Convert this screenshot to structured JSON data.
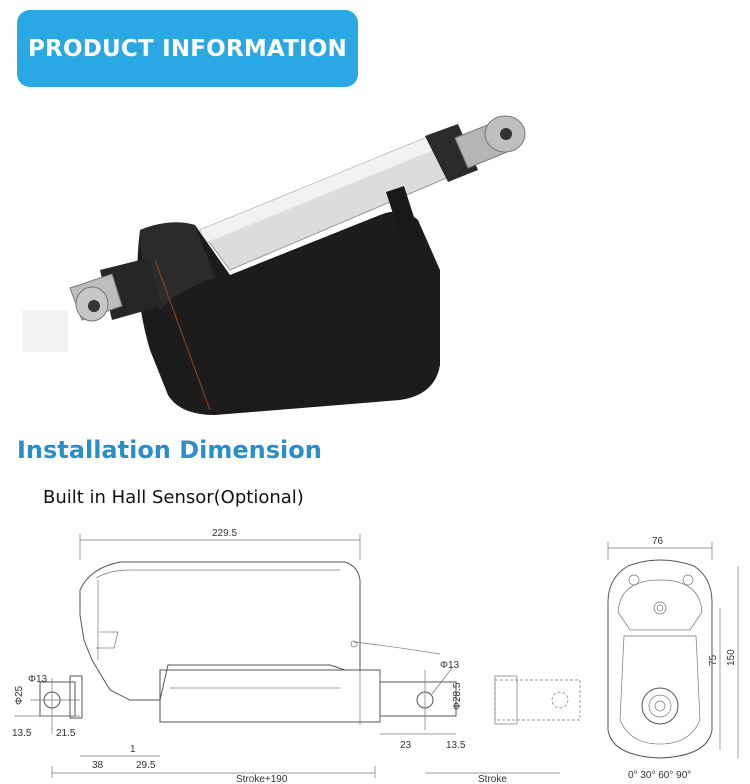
{
  "banner": {
    "title": "PRODUCT INFORMATION"
  },
  "section": {
    "heading": "Installation Dimension",
    "subheading": "Built in Hall Sensor(Optional)"
  },
  "drawing": {
    "side_view": {
      "overall_length": "229.5",
      "rear_hole_dia": "Φ13",
      "rear_eye_dia": "Φ25",
      "rear_offset": "13.5",
      "rear_eye_len": "21.5",
      "front_hole_dia": "Φ13",
      "rod_dia": "Φ28.5",
      "front_eye_len": "23",
      "front_offset": "13.5",
      "dim_38": "38",
      "dim_1": "1",
      "dim_29_5": "29.5",
      "retracted_length": "Stroke+190",
      "stroke": "Stroke"
    },
    "end_view": {
      "width": "76",
      "height_75": "75",
      "height_150": "150",
      "angles": "0°  30°  60°  90°"
    }
  },
  "colors": {
    "banner_bg": "#2aa8e4",
    "heading": "#2a8fc8"
  }
}
